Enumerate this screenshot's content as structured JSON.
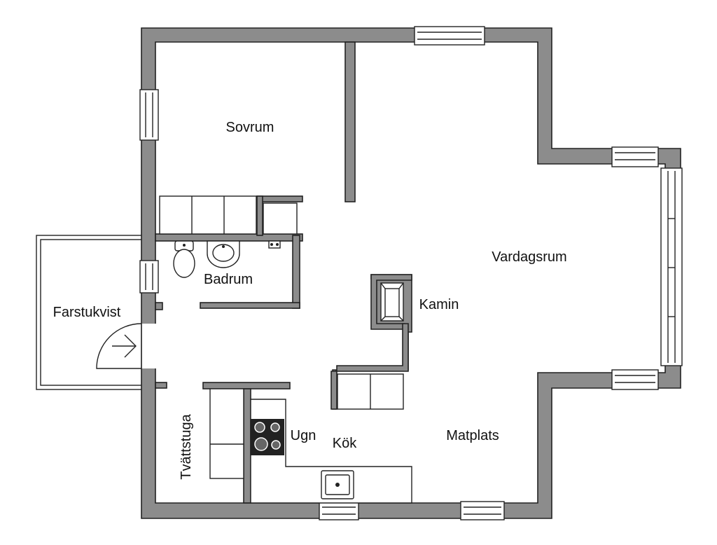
{
  "rooms": {
    "sovrum": "Sovrum",
    "vardagsrum": "Vardagsrum",
    "badrum": "Badrum",
    "kamin": "Kamin",
    "farstukvist": "Farstukvist",
    "tvattstuga": "Tvättstuga",
    "ugn": "Ugn",
    "kok": "Kök",
    "matplats": "Matplats"
  },
  "colors": {
    "wall": "#8c8c8c",
    "outline": "#222222",
    "background": "#ffffff"
  }
}
